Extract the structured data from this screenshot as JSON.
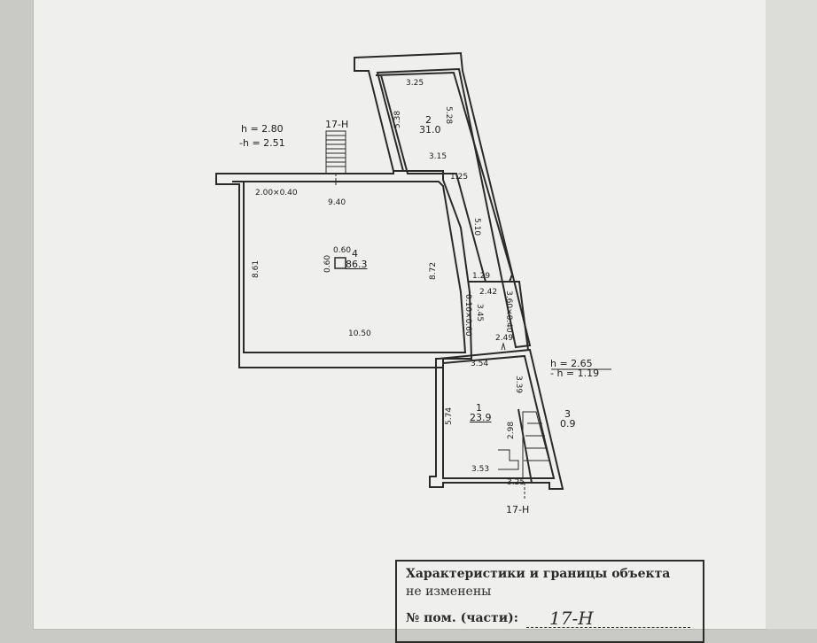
{
  "heights": {
    "room4_h": "h = 2.80",
    "room4_minus_h": "-h = 2.51",
    "room1_h": "h = 2.65",
    "room1_minus_h": "- h = 1.19"
  },
  "axis": {
    "top": "17-Н",
    "bottom": "17-Н"
  },
  "rooms": [
    {
      "number": "4",
      "area": "86.3"
    },
    {
      "number": "2",
      "area": "31.0"
    },
    {
      "number": "1",
      "area": "23.9"
    },
    {
      "number": "3",
      "area": "0.9"
    }
  ],
  "dimensions": {
    "d_325_top": "3.25",
    "d_538": "5.38",
    "d_528": "5.28",
    "d_315": "3.15",
    "d_125": "1.25",
    "d_510": "5.10",
    "d_129": "1.29",
    "d_242": "2.42",
    "d_360x040": "3.60×0.40",
    "d_200x040": "2.00×0.40",
    "d_940": "9.40",
    "d_060_top": "0.60",
    "d_060_left": "0.60",
    "d_861": "8.61",
    "d_872": "8.72",
    "d_1050": "10.50",
    "d_010x060": "0.10×0.60",
    "d_345": "3.45",
    "d_249": "2.49",
    "d_354": "3.54",
    "d_339": "3.39",
    "d_574": "5.74",
    "d_298": "2.98",
    "d_353": "3.53",
    "d_325_bottom": "3.25"
  },
  "stamp": {
    "line1": "Характеристики и границы объекта",
    "line2": "не изменены",
    "line3_label": "№ пом. (части):",
    "line3_value": "17-Н"
  }
}
